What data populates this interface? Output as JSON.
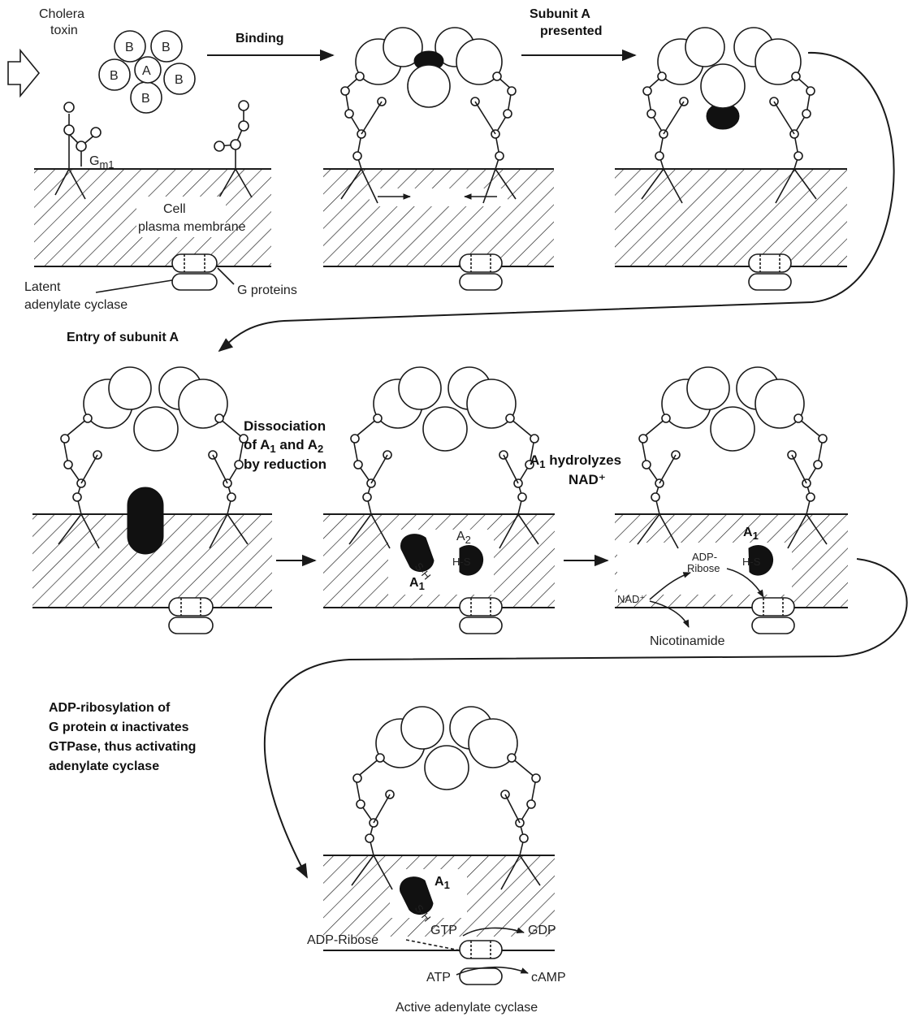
{
  "labels": {
    "cholera_toxin_1": "Cholera",
    "cholera_toxin_2": "toxin",
    "subunit_b": "B",
    "subunit_a": "A",
    "binding": "Binding",
    "subunit_a_presented_1": "Subunit A",
    "subunit_a_presented_2": "presented",
    "gm1_main": "G",
    "gm1_sub": "m1",
    "cell_1": "Cell",
    "cell_2": "plasma membrane",
    "latent_1": "Latent",
    "latent_2": "adenylate cyclase",
    "g_proteins": "G proteins",
    "entry_of_subunit_a": "Entry of subunit A",
    "dissociation_1": "Dissociation",
    "dissociation_2a": "of A",
    "dissociation_2b": "1",
    "dissociation_2c": " and A",
    "dissociation_2d": "2",
    "dissociation_3": "by reduction",
    "hydrolyzes_1a": "A",
    "hydrolyzes_1b": "1",
    "hydrolyzes_1c": " hydrolyzes",
    "hydrolyzes_2": "NAD⁺",
    "a_main": "A",
    "sub_1": "1",
    "sub_2": "2",
    "sh": "S-H",
    "hs": "H-S",
    "adp_ribose_1": "ADP-",
    "adp_ribose_2": "Ribose",
    "nad_plus": "NAD⁺",
    "nicotinamide": "Nicotinamide",
    "adp_rib_caption_1": "ADP-ribosylation of",
    "adp_rib_caption_2": "G protein α inactivates",
    "adp_rib_caption_3": "GTPase, thus activating",
    "adp_rib_caption_4": "adenylate cyclase",
    "adp_ribose": "ADP-Ribose",
    "gtp": "GTP",
    "gdp": "GDP",
    "atp": "ATP",
    "camp": "cAMP",
    "active_adenylate_cyclase": "Active adenylate cyclase"
  },
  "colors": {
    "ink": "#1a1a1a",
    "subunit_a_fill": "#111111",
    "background": "#ffffff"
  }
}
